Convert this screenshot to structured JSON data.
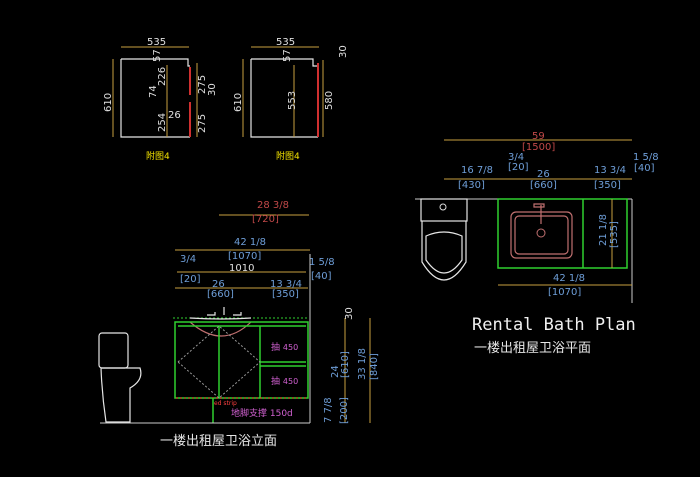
{
  "details": [
    {
      "label": "附图4",
      "width": "535",
      "height": "610",
      "dims": [
        "57",
        "226",
        "74",
        "254",
        "26",
        "275",
        "30",
        "275"
      ]
    },
    {
      "label": "附图4",
      "width": "535",
      "height": "610",
      "dims": [
        "57",
        "553",
        "580",
        "30"
      ]
    }
  ],
  "elevation": {
    "title": "一楼出租屋卫浴立面",
    "overall": {
      "inch": "28 3/8",
      "mm": "[720]"
    },
    "width": {
      "inch": "42 1/8",
      "mm": "[1070]"
    },
    "inner": "1010",
    "left_gap": {
      "inch": "3/4",
      "mm": "[20]"
    },
    "right_gap": {
      "inch": "1 5/8",
      "mm": "[40]"
    },
    "sink": {
      "inch": "26",
      "mm": "[660]"
    },
    "drawers_w": {
      "inch": "13 3/4",
      "mm": "[350]"
    },
    "top": "30",
    "body": {
      "inch": "24",
      "mm": "[610]"
    },
    "total": {
      "inch": "33 1/8",
      "mm": "[840]"
    },
    "legs": {
      "inch": "7 7/8",
      "mm": "[200]"
    },
    "drawer_label": "抽",
    "drawer_1": "450",
    "drawer_2": "450",
    "strip": "ed strip",
    "support": "地脚支撑  150d"
  },
  "plan": {
    "title": "Rental Bath Plan",
    "subtitle": "一楼出租屋卫浴平面",
    "overall": {
      "inch": "59",
      "mm": "[1500]"
    },
    "left": {
      "inch": "16 7/8",
      "mm": "[430]"
    },
    "gap1": {
      "inch": "3/4",
      "mm": "[20]"
    },
    "sink": {
      "inch": "26",
      "mm": "[660]"
    },
    "drawers": {
      "inch": "13 3/4",
      "mm": "[350]"
    },
    "gap2": {
      "inch": "1 5/8",
      "mm": "[40]"
    },
    "depth": {
      "inch": "21 1/8",
      "mm": "[535]"
    },
    "width": {
      "inch": "42 1/8",
      "mm": "[1070]"
    }
  },
  "colors": {
    "background": "#000000",
    "dimension": "#c8a040",
    "cabinet": "#2fd02f",
    "inch_text": "#6e9ed8",
    "accent_red": "#c04848"
  }
}
